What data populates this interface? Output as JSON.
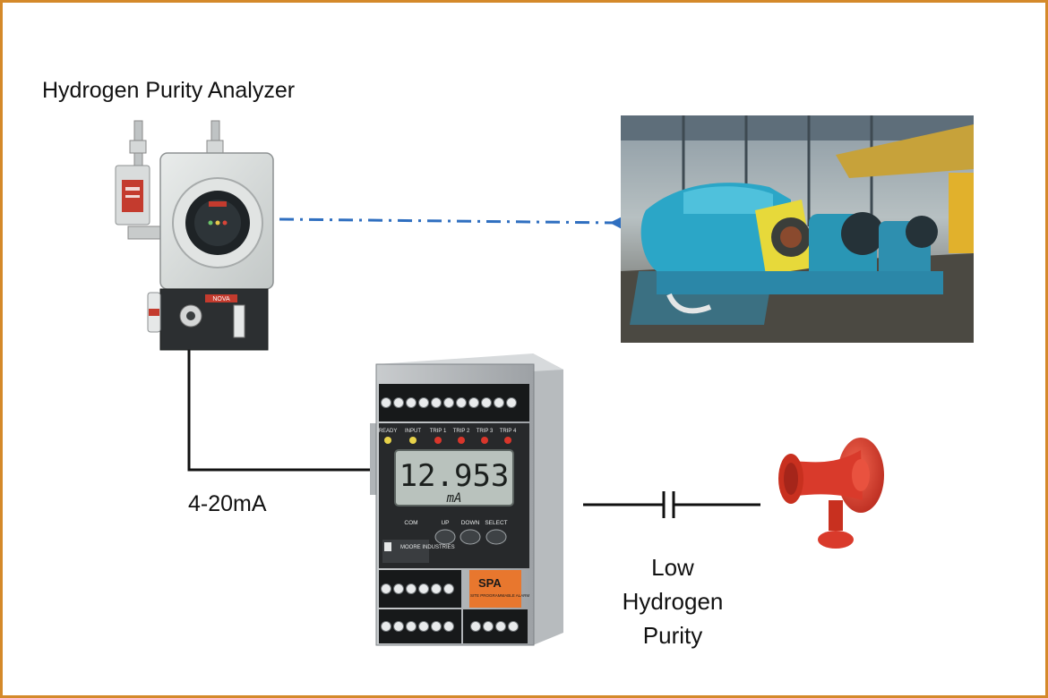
{
  "diagram": {
    "analyzer_title": "Hydrogen Purity Analyzer",
    "signal_label": "4-20mA",
    "alarm_label": "Low Hydrogen Purity",
    "alarm_module": {
      "display_value": "12.953",
      "display_unit": "mA",
      "indicators": [
        "READY",
        "INPUT",
        "TRIP 1",
        "TRIP 2",
        "TRIP 3",
        "TRIP 4"
      ],
      "buttons": [
        "COM",
        "UP",
        "DOWN",
        "SELECT"
      ],
      "brand": "MOORE INDUSTRIES",
      "model_badge": "SPA",
      "model_badge_text": "SITE PROGRAMMABLE ALARM"
    },
    "analyzer_device": {
      "brand": "NOVA"
    }
  },
  "colors": {
    "border": "#D4892A",
    "dash_arrow": "#2F6FC0",
    "wire": "#111111",
    "horn": "#D93A2B",
    "spa_badge": "#E8772E"
  }
}
